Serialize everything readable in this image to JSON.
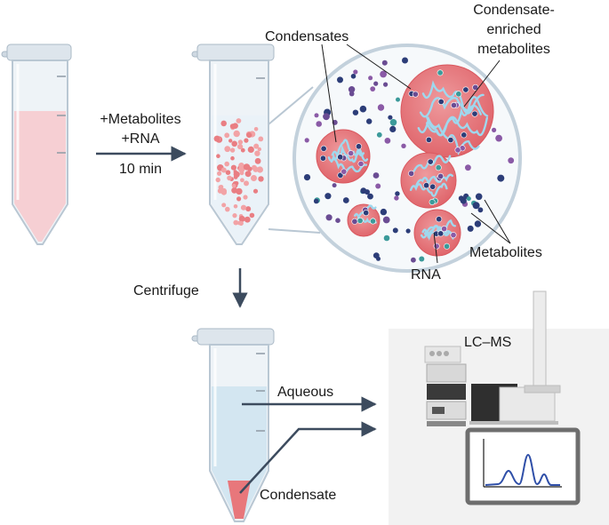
{
  "labels": {
    "step1_line1": "+Metabolites",
    "step1_line2": "+RNA",
    "step1_time": "10 min",
    "condensates": "Condensates",
    "enriched_line1": "Condensate-",
    "enriched_line2": "enriched",
    "enriched_line3": "metabolites",
    "metabolites": "Metabolites",
    "rna": "RNA",
    "centrifuge": "Centrifuge",
    "lcms": "LC–MS",
    "aqueous": "Aqueous",
    "condensate": "Condensate"
  },
  "colors": {
    "tube_outline": "#b9c7d3",
    "tube_fill": "#eef3f7",
    "pink_liquid": "#f6cfd3",
    "aqueous_blue": "#d3e6f1",
    "condensate_red": "#e8777b",
    "droplet_fill": "#e97e83",
    "arrow": "#3c4b5e",
    "rna_strand": "#8fd0e8",
    "metabolite_navy": "#2c3d78",
    "metabolite_purple": "#8a5aa6",
    "metabolite_teal": "#3b9a9a",
    "chromatogram_line": "#2f4fa8"
  },
  "icons": [
    "microcentrifuge-tube-icon",
    "lc-ms-instrument-icon",
    "chromatogram-icon"
  ]
}
